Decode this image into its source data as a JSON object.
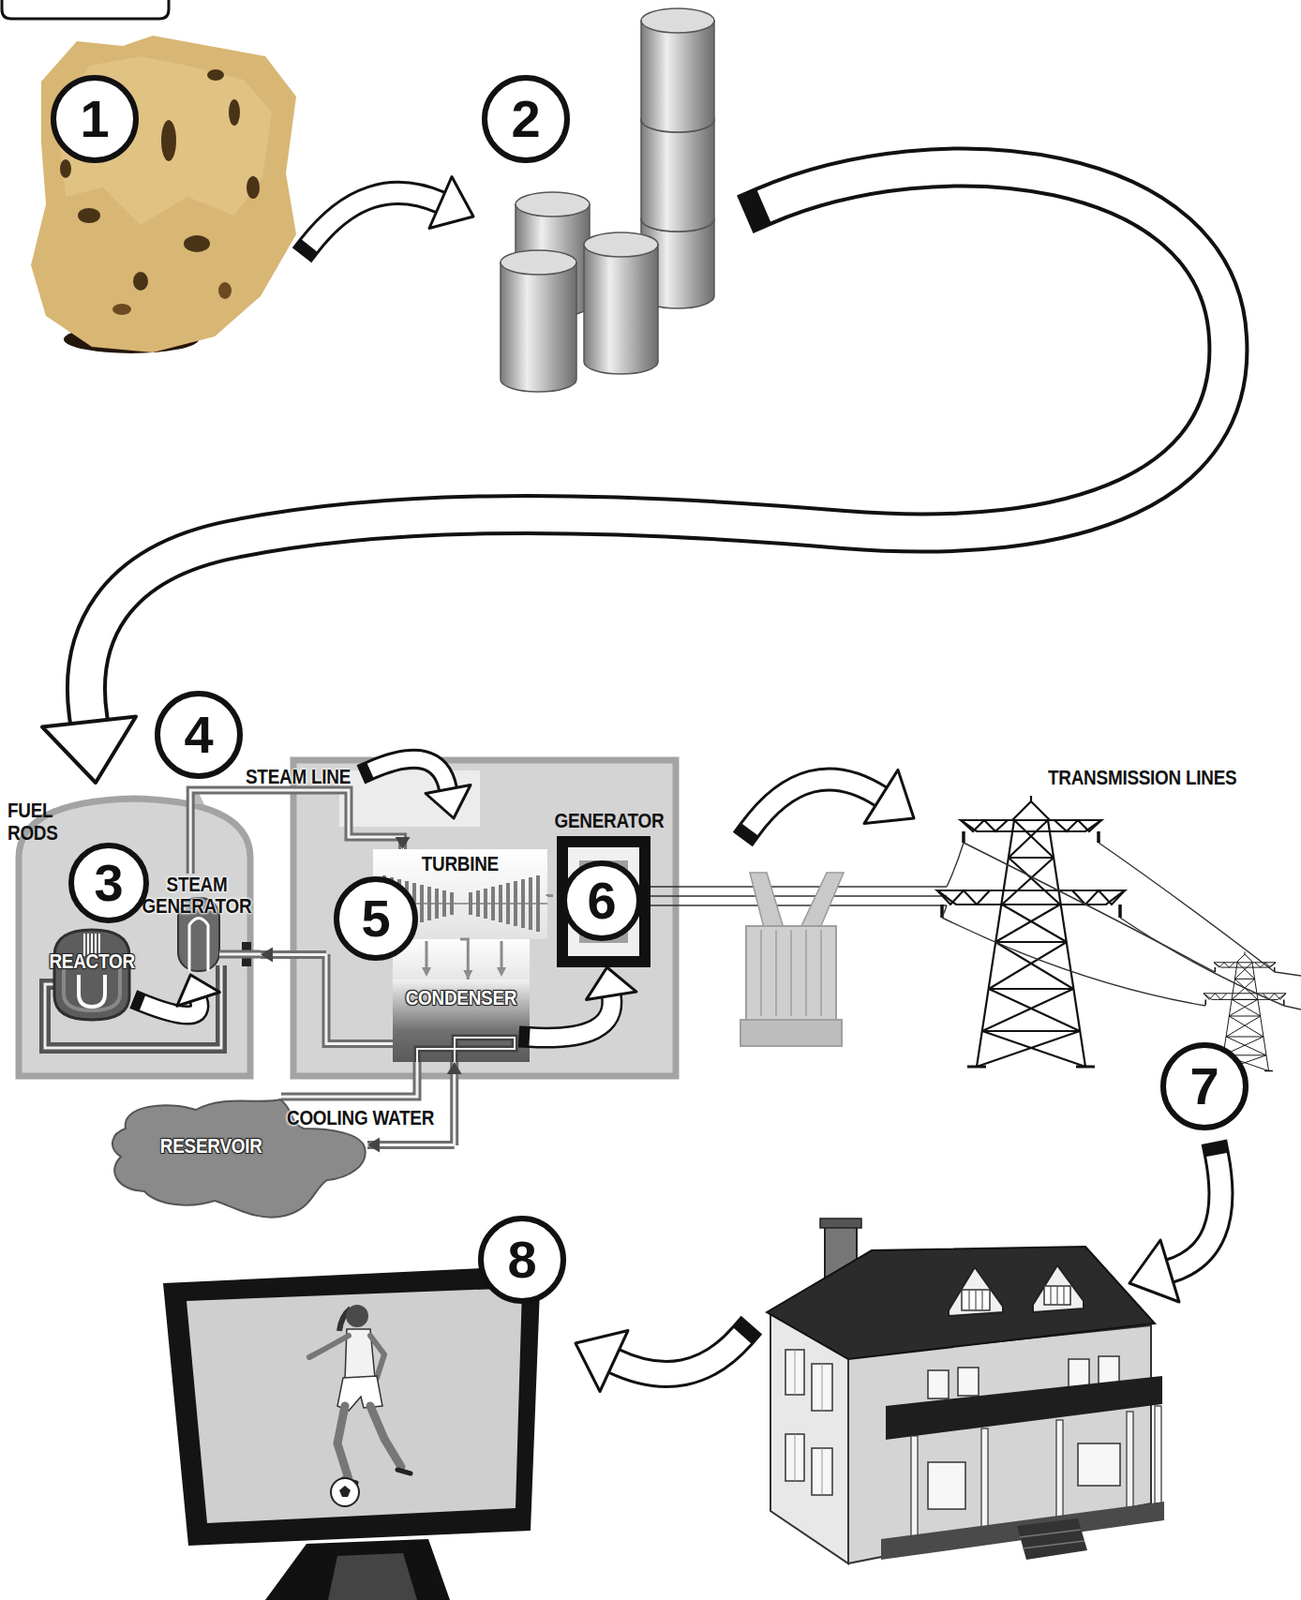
{
  "diagram": {
    "nodes": [
      {
        "text": [
          "REACTOR"
        ]
      },
      {
        "text": [
          "STEAM GENERATOR"
        ]
      },
      {
        "text": [
          "TURBINE"
        ]
      },
      {
        "text": [
          "GENERATOR"
        ]
      },
      {
        "text": [
          "CONDENSER"
        ]
      },
      {
        "text": [
          "RESERVOIR"
        ]
      }
    ],
    "edges": [
      {
        "from": 0,
        "to": 1,
        "arrow": "to"
      },
      {
        "from": 1,
        "to": 2,
        "label": "STEAM LINE",
        "arrow": "to"
      },
      {
        "from": 2,
        "to": 4,
        "arrow": "to"
      },
      {
        "from": 4,
        "to": 3,
        "arrow": "to"
      },
      {
        "from": 4,
        "to": 1,
        "arrow": "to"
      },
      {
        "from": 4,
        "to": 5,
        "label": "COOLING WATER",
        "arrow": "both"
      },
      {
        "from": 2,
        "to": 3,
        "arrow": "none"
      }
    ],
    "labels": [
      "1",
      "2",
      "4",
      "FUEL RODS",
      "3",
      "TRANSMISSION LINES",
      "5",
      "6",
      "7",
      "8"
    ]
  }
}
